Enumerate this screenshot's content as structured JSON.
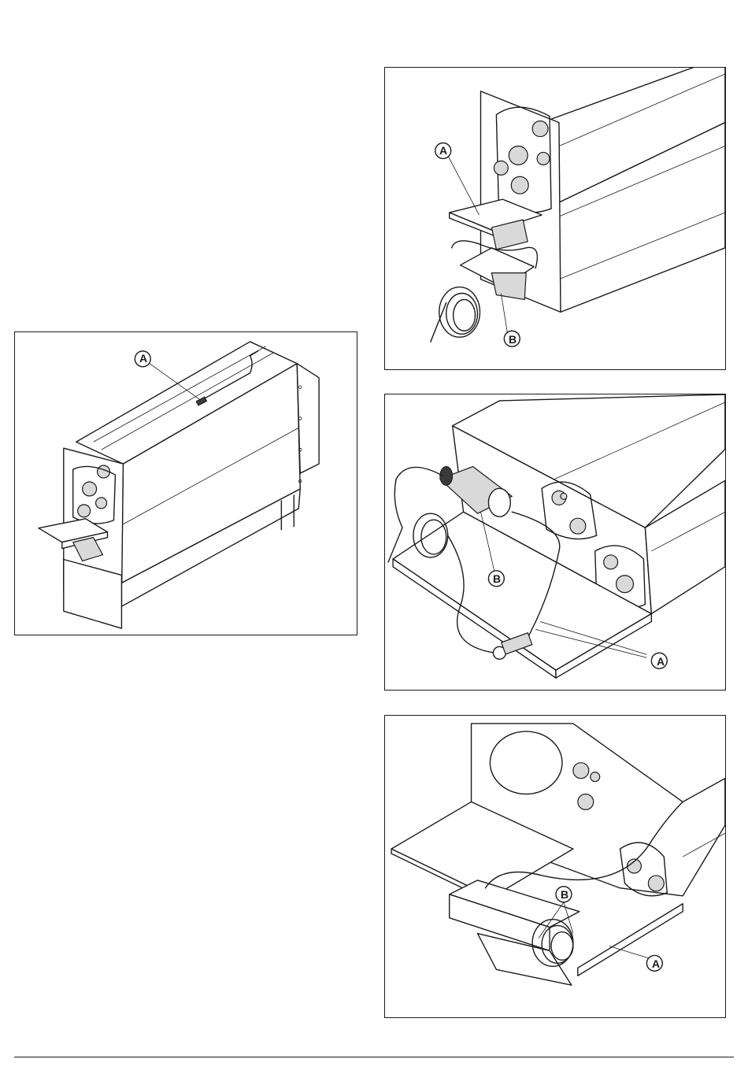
{
  "figures": {
    "fig1": {
      "labels": [
        "A"
      ]
    },
    "fig2": {
      "labels": [
        "A",
        "B"
      ]
    },
    "fig3": {
      "labels": [
        "B",
        "A"
      ]
    },
    "fig4": {
      "labels": [
        "B",
        "A"
      ]
    }
  },
  "colors": {
    "line": "#1a1a1a",
    "shade": "#d9d9d9",
    "paper": "#ffffff"
  }
}
